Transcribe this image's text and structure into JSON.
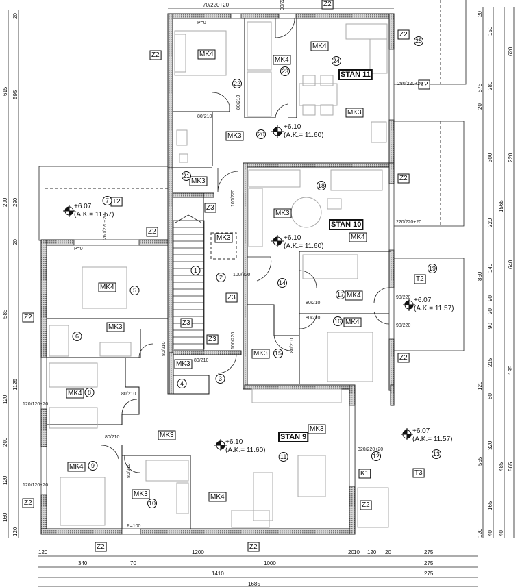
{
  "plan": {
    "units": {
      "stan9": "STAN 9",
      "stan10": "STAN 10",
      "stan11": "STAN 11"
    },
    "tags": {
      "mk3": "MK3",
      "mk4": "MK4",
      "z2": "Z2",
      "z3": "Z3",
      "t2": "T2",
      "t3": "T3",
      "k1": "K1"
    },
    "rooms": [
      "1",
      "2",
      "3",
      "4",
      "5",
      "6",
      "7",
      "8",
      "9",
      "10",
      "11",
      "12",
      "13",
      "14",
      "15",
      "16",
      "17",
      "18",
      "19",
      "20",
      "21",
      "22",
      "23",
      "24",
      "25"
    ],
    "elevations": {
      "interior_level": "+6.10",
      "interior_ak": "(A.K.= 11.60)",
      "terrace_level": "+6.07",
      "terrace_ak": "(A.K.= 11.57)"
    },
    "openings": {
      "d80": "80/210",
      "d90": "90/220",
      "d100": "100/220",
      "w280": "280/220+20",
      "w220": "220/220+20",
      "w260": "260/220+20",
      "w320": "320/220+20",
      "w120": "120/120+20",
      "w70": "70/220+20",
      "p0": "P=0",
      "p100": "P=100"
    },
    "dims": {
      "bottom_row1": [
        "120",
        "1200",
        "20",
        "10",
        "120",
        "20",
        "275"
      ],
      "bottom_row2": [
        "340",
        "70",
        "1000",
        "275"
      ],
      "bottom_row3": [
        "1410",
        "275"
      ],
      "bottom_row4": [
        "1685"
      ],
      "left_col1": [
        "615",
        "290",
        "585",
        "120",
        "200",
        "120",
        "160"
      ],
      "left_col2": [
        "20",
        "595",
        "290",
        "20",
        "1125",
        "120"
      ],
      "right_col1": [
        "20",
        "575",
        "20",
        "850",
        "120",
        "555",
        "120"
      ],
      "right_col2": [
        "150",
        "280",
        "300",
        "220",
        "140",
        "90",
        "20",
        "90",
        "215",
        "60",
        "320",
        "165",
        "40"
      ],
      "right_col3": [
        "1565",
        "485",
        "40"
      ],
      "right_col4": [
        "620",
        "220",
        "640",
        "195",
        "565"
      ]
    }
  }
}
